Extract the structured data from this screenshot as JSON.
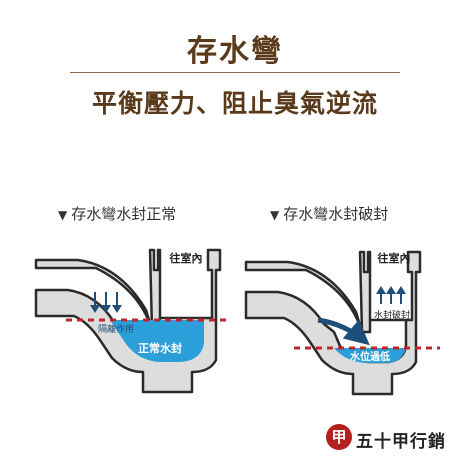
{
  "title": "存水彎",
  "subtitle": "平衡壓力、阻止臭氣逆流",
  "panels": [
    {
      "heading": "存水彎水封正常",
      "outlet_label": "往室內",
      "gap_label": "隔離作用",
      "water_label": "正常水封"
    },
    {
      "heading": "存水彎水封破封",
      "outlet_label": "往室內",
      "arrow_label": "水封破封",
      "water_label": "水位過低"
    }
  ],
  "logo": {
    "seal_char": "甲",
    "name": "五十甲行銷"
  },
  "colors": {
    "title": "#5a3a1a",
    "pipe_fill": "#dddddd",
    "pipe_stroke": "#2b2b2b",
    "water": "#2b9fd9",
    "arrow": "#1e4e7a",
    "dashed_line": "#c0262c",
    "logo_red": "#b3211f"
  },
  "icons": {
    "down_arrows": "down-arrow-icon",
    "up_arrows": "up-arrow-icon",
    "flow_arrow": "curved-arrow-icon",
    "triangle": "triangle-down-icon"
  }
}
